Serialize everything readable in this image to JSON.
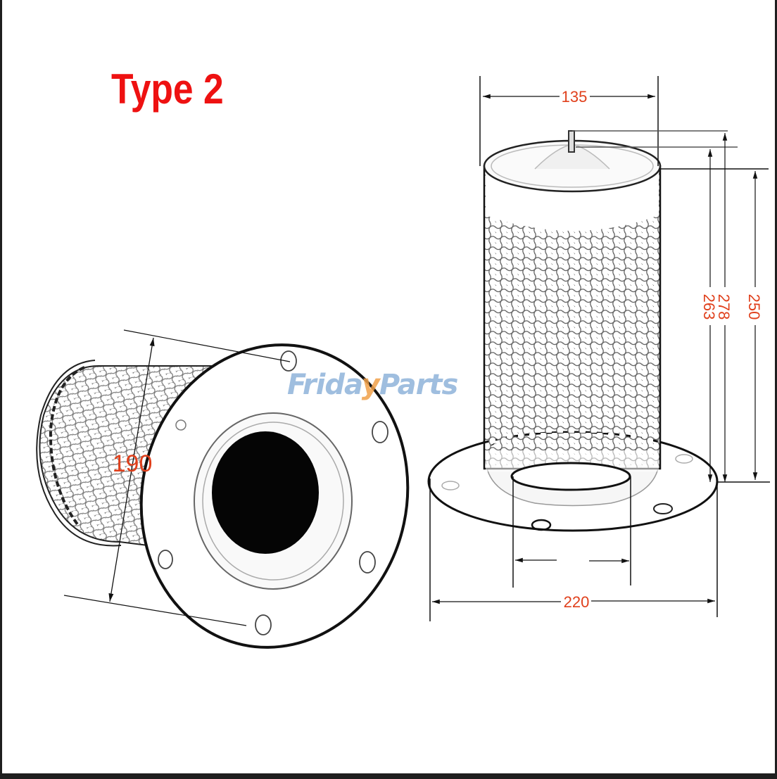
{
  "title": "Type 2",
  "colors": {
    "title": "#ee1111",
    "dimension_text": "#e0401c",
    "line": "#111111",
    "watermark_blue": "#8fb3da",
    "watermark_orange": "#f0a04a",
    "frame": "#1f1f1f"
  },
  "watermark": {
    "part1": "Frida",
    "slash": "y",
    "part2": "Parts"
  },
  "left_view": {
    "description": "filter element, flange view (angled)",
    "dimensions": {
      "flange_diameter": "190"
    }
  },
  "right_view": {
    "description": "filter element, side view (upright)",
    "dimensions": {
      "body_diameter": "135",
      "flange_diameter": "220",
      "height_overall": "278",
      "height_to_top_cap": "263",
      "height_body": "250",
      "bore_diameter": ""
    }
  }
}
